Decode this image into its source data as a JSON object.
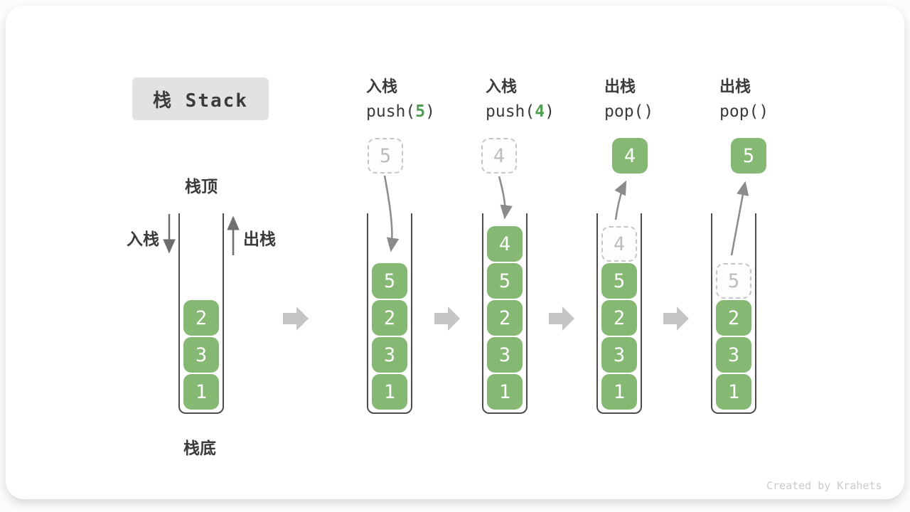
{
  "title": "栈 Stack",
  "side_labels": {
    "stack_top": "栈顶",
    "stack_bottom": "栈底",
    "push": "入栈",
    "pop": "出栈"
  },
  "operations": [
    {
      "name": "入栈",
      "code_pre": "push(",
      "code_arg": "5",
      "code_post": ")"
    },
    {
      "name": "入栈",
      "code_pre": "push(",
      "code_arg": "4",
      "code_post": ")"
    },
    {
      "name": "出栈",
      "code_pre": "pop()",
      "code_arg": "",
      "code_post": ""
    },
    {
      "name": "出栈",
      "code_pre": "pop()",
      "code_arg": "",
      "code_post": ""
    }
  ],
  "stacks": [
    {
      "cells": [
        {
          "v": "2"
        },
        {
          "v": "3"
        },
        {
          "v": "1"
        }
      ]
    },
    {
      "float": {
        "v": "5",
        "ghost": true
      },
      "arrow": "push",
      "cells": [
        {
          "v": "5"
        },
        {
          "v": "2"
        },
        {
          "v": "3"
        },
        {
          "v": "1"
        }
      ]
    },
    {
      "float": {
        "v": "4",
        "ghost": true
      },
      "arrow": "push",
      "cells": [
        {
          "v": "4"
        },
        {
          "v": "5"
        },
        {
          "v": "2"
        },
        {
          "v": "3"
        },
        {
          "v": "1"
        }
      ]
    },
    {
      "float": {
        "v": "4",
        "ghost": false
      },
      "arrow": "pop",
      "cells": [
        {
          "v": "4",
          "ghost": true
        },
        {
          "v": "5"
        },
        {
          "v": "2"
        },
        {
          "v": "3"
        },
        {
          "v": "1"
        }
      ]
    },
    {
      "float": {
        "v": "5",
        "ghost": false
      },
      "arrow": "pop",
      "cells": [
        {
          "v": "5",
          "ghost": true
        },
        {
          "v": "2"
        },
        {
          "v": "3"
        },
        {
          "v": "1"
        }
      ]
    }
  ],
  "watermark": "Created by Krahets",
  "colors": {
    "cell_green": "#85b873",
    "code_arg_green": "#4f9e4f",
    "ghost_gray": "#c6c6c6",
    "ghost_text_gray": "#bdbdbd",
    "block_arrow_gray": "#c5c5c5",
    "flow_arrow_gray": "#8b8b8b",
    "side_arrow_gray": "#6e6e6e",
    "wall_gray": "#4c4c4c",
    "title_bg": "#e2e2e2",
    "text_dark": "#3b3b3b",
    "watermark_gray": "#cbcbcb"
  }
}
